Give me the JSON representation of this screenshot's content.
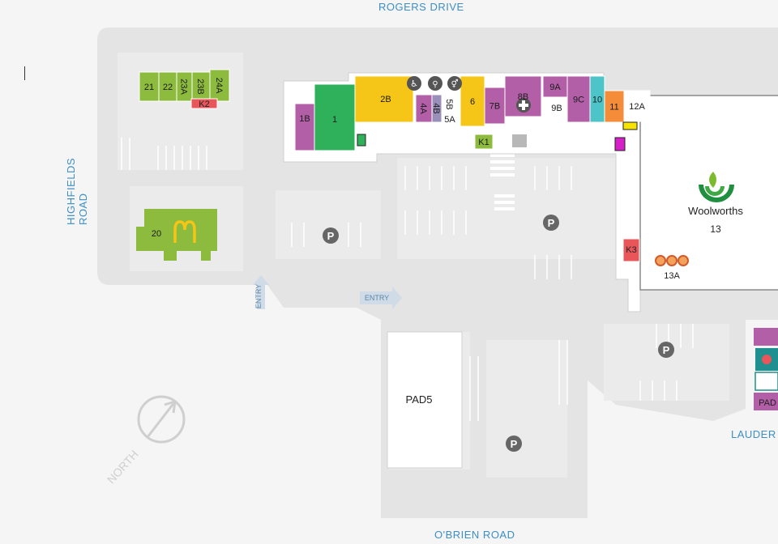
{
  "roads": {
    "rogers": "ROGERS DRIVE",
    "highfields": "HIGHFIELDS ROAD",
    "obrien": "O'BRIEN ROAD",
    "lauder": "LAUDER"
  },
  "entries": [
    "ENTRY",
    "ENTRY"
  ],
  "compass_label": "NORTH",
  "parking_symbol": "P",
  "pad_labels": [
    "PAD5",
    "PAD"
  ],
  "woolworths": {
    "name": "Woolworths",
    "number": "13",
    "annex": "13A"
  },
  "shops": [
    {
      "id": "21",
      "color": "#8cbb3e"
    },
    {
      "id": "22",
      "color": "#8cbb3e"
    },
    {
      "id": "23A",
      "color": "#8cbb3e"
    },
    {
      "id": "23B",
      "color": "#8cbb3e"
    },
    {
      "id": "24A",
      "color": "#8cbb3e"
    },
    {
      "id": "K2",
      "color": "#e8565a"
    },
    {
      "id": "20",
      "color": "#8cbb3e"
    },
    {
      "id": "1B",
      "color": "#b35fa8"
    },
    {
      "id": "1",
      "color": "#2fb15b"
    },
    {
      "id": "2B",
      "color": "#f5c518"
    },
    {
      "id": "4A",
      "color": "#b35fa8"
    },
    {
      "id": "4B",
      "color": "#9a8fb8"
    },
    {
      "id": "5B",
      "color": "#ffffff"
    },
    {
      "id": "5A",
      "color": "#ffffff"
    },
    {
      "id": "6",
      "color": "#f5c518"
    },
    {
      "id": "7B",
      "color": "#b35fa8"
    },
    {
      "id": "8B",
      "color": "#b35fa8"
    },
    {
      "id": "9A",
      "color": "#b35fa8"
    },
    {
      "id": "9B",
      "color": "#ffffff"
    },
    {
      "id": "9C",
      "color": "#b35fa8"
    },
    {
      "id": "10",
      "color": "#4cc4c8"
    },
    {
      "id": "11",
      "color": "#f58c3a"
    },
    {
      "id": "12A",
      "color": "#ffffff"
    },
    {
      "id": "K1",
      "color": "#8cbb3e"
    },
    {
      "id": "K3",
      "color": "#e8565a"
    }
  ],
  "colors": {
    "retail_green": "#8cbb3e",
    "purple": "#b35fa8",
    "yellow": "#f5c518",
    "kiosk_red": "#e8565a",
    "road_label": "#3d8fc4"
  }
}
